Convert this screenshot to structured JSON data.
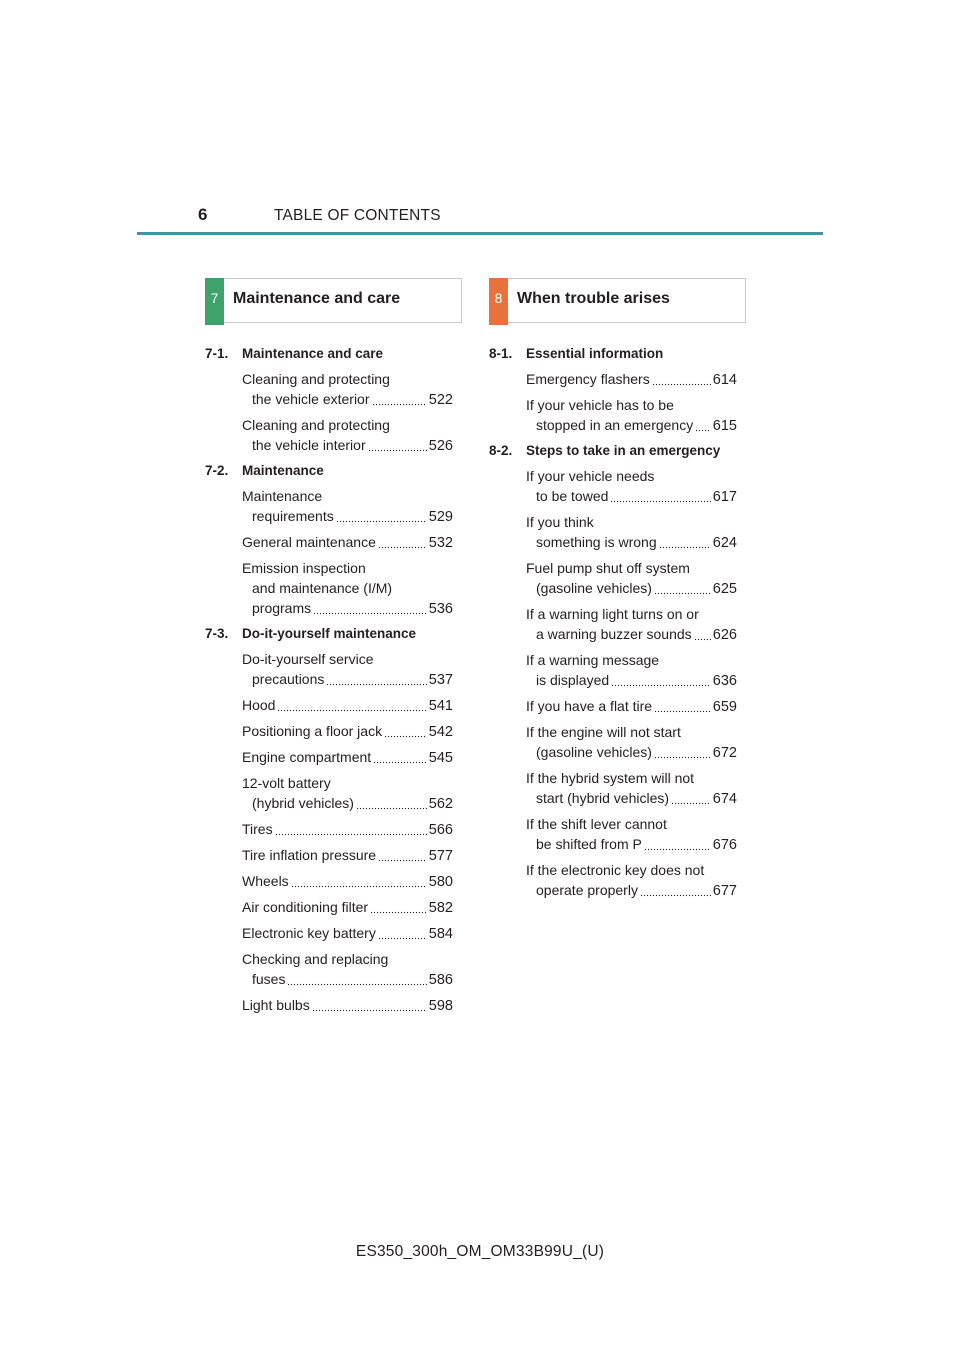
{
  "header": {
    "page_number": "6",
    "title": "TABLE OF CONTENTS"
  },
  "colors": {
    "rule": "#4a8fa3",
    "section7_tab": "#3fa26b",
    "section8_tab": "#e5733b"
  },
  "sections": [
    {
      "number": "7",
      "title": "Maintenance and care",
      "subsections": [
        {
          "number": "7-1.",
          "title": "Maintenance and care",
          "entries": [
            {
              "lines": [
                "Cleaning and protecting",
                "the vehicle exterior"
              ],
              "page": "522"
            },
            {
              "lines": [
                "Cleaning and protecting",
                "the vehicle interior"
              ],
              "page": "526"
            }
          ]
        },
        {
          "number": "7-2.",
          "title": "Maintenance",
          "entries": [
            {
              "lines": [
                "Maintenance",
                "requirements"
              ],
              "page": "529"
            },
            {
              "lines": [
                "General maintenance"
              ],
              "page": "532"
            },
            {
              "lines": [
                "Emission inspection",
                "and maintenance (I/M)",
                "programs"
              ],
              "page": "536"
            }
          ]
        },
        {
          "number": "7-3.",
          "title": "Do-it-yourself maintenance",
          "entries": [
            {
              "lines": [
                "Do-it-yourself service",
                "precautions"
              ],
              "page": "537"
            },
            {
              "lines": [
                "Hood"
              ],
              "page": "541"
            },
            {
              "lines": [
                "Positioning a floor jack"
              ],
              "page": "542"
            },
            {
              "lines": [
                "Engine compartment"
              ],
              "page": "545"
            },
            {
              "lines": [
                "12-volt battery",
                "(hybrid vehicles)"
              ],
              "page": "562"
            },
            {
              "lines": [
                "Tires"
              ],
              "page": "566"
            },
            {
              "lines": [
                "Tire inflation pressure"
              ],
              "page": "577"
            },
            {
              "lines": [
                "Wheels"
              ],
              "page": "580"
            },
            {
              "lines": [
                "Air conditioning filter"
              ],
              "page": "582"
            },
            {
              "lines": [
                "Electronic key battery"
              ],
              "page": "584"
            },
            {
              "lines": [
                "Checking and replacing",
                "fuses"
              ],
              "page": "586"
            },
            {
              "lines": [
                "Light bulbs"
              ],
              "page": "598"
            }
          ]
        }
      ]
    },
    {
      "number": "8",
      "title": "When trouble arises",
      "subsections": [
        {
          "number": "8-1.",
          "title": "Essential information",
          "entries": [
            {
              "lines": [
                "Emergency flashers"
              ],
              "page": "614"
            },
            {
              "lines": [
                "If your vehicle has to be",
                "stopped in an emergency"
              ],
              "page": "615"
            }
          ]
        },
        {
          "number": "8-2.",
          "title": "Steps to take in an emergency",
          "entries": [
            {
              "lines": [
                "If your vehicle needs",
                "to be towed"
              ],
              "page": "617"
            },
            {
              "lines": [
                "If you think",
                "something is wrong"
              ],
              "page": "624"
            },
            {
              "lines": [
                "Fuel pump shut off system",
                "(gasoline vehicles)"
              ],
              "page": "625"
            },
            {
              "lines": [
                "If a warning light turns on or",
                "a warning buzzer sounds"
              ],
              "page": "626"
            },
            {
              "lines": [
                "If a warning message",
                "is displayed"
              ],
              "page": "636"
            },
            {
              "lines": [
                "If you have a flat tire"
              ],
              "page": "659"
            },
            {
              "lines": [
                "If the engine will not start",
                "(gasoline vehicles)"
              ],
              "page": "672"
            },
            {
              "lines": [
                "If the hybrid system will not",
                "start (hybrid vehicles)"
              ],
              "page": "674"
            },
            {
              "lines": [
                "If the shift lever cannot",
                "be shifted from P"
              ],
              "page": "676"
            },
            {
              "lines": [
                "If the electronic key does not",
                "operate properly"
              ],
              "page": "677"
            }
          ]
        }
      ]
    }
  ],
  "footer": {
    "doc_id": "ES350_300h_OM_OM33B99U_(U)"
  }
}
